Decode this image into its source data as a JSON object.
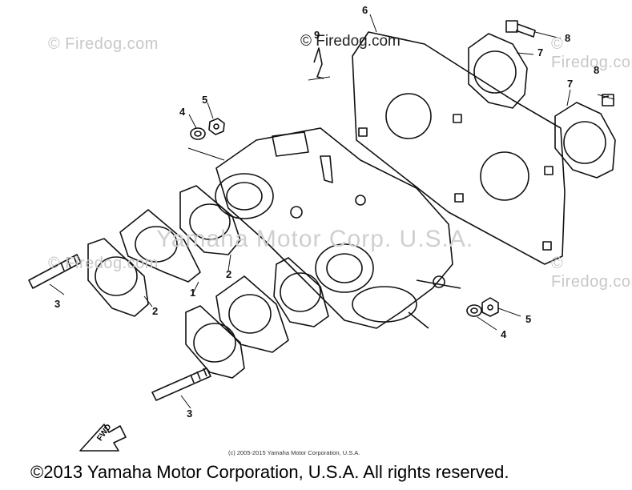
{
  "diagram": {
    "callouts": [
      "1",
      "2",
      "3",
      "4",
      "5",
      "6",
      "7",
      "8",
      "9"
    ],
    "fwd_label": "FWD"
  },
  "watermarks": {
    "corner": "© Firedog.com",
    "main": "© Firedog.com",
    "center": "Yamaha Motor Corp. U.S.A."
  },
  "credit_small": "(c) 2005-2015 Yamaha Motor Corporation, U.S.A.",
  "copyright": "©2013 Yamaha Motor Corporation, U.S.A. All rights reserved."
}
